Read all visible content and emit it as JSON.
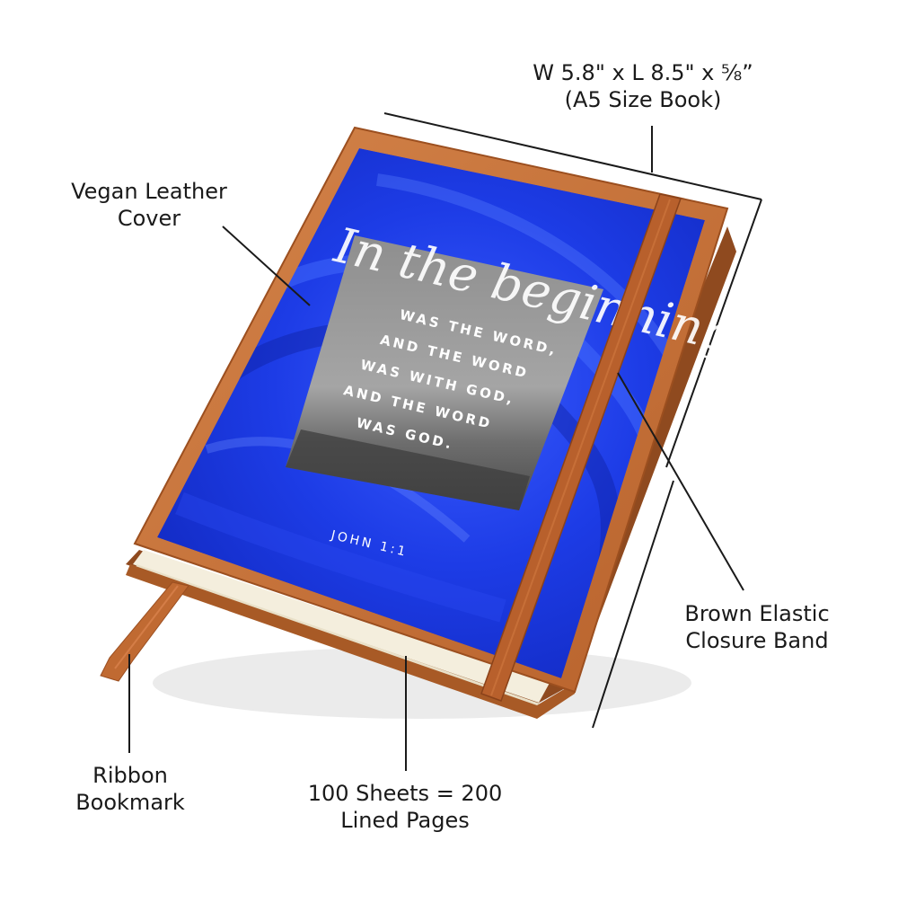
{
  "callouts": {
    "size": {
      "line1": "W 5.8\" x L 8.5\" x ⅝”",
      "line2": "(A5 Size Book)"
    },
    "cover": {
      "line1": "Vegan Leather",
      "line2": "Cover"
    },
    "band": {
      "line1": "Brown Elastic",
      "line2": "Closure Band"
    },
    "ribbon": {
      "line1": "Ribbon",
      "line2": "Bookmark"
    },
    "pages": {
      "line1": "100 Sheets = 200",
      "line2": "Lined Pages"
    }
  },
  "cover_art": {
    "script_title": "In the beginning",
    "verse_lines": [
      "WAS THE WORD,",
      "AND THE WORD",
      "WAS WITH GOD,",
      "AND THE WORD",
      "WAS GOD."
    ],
    "reference": "JOHN 1:1"
  },
  "colors": {
    "leather": "#c8743a",
    "leather_dark": "#9c4f1f",
    "cover_blue": "#1f3fe0",
    "band": "#b8602c",
    "pages": "#f4eedd"
  }
}
